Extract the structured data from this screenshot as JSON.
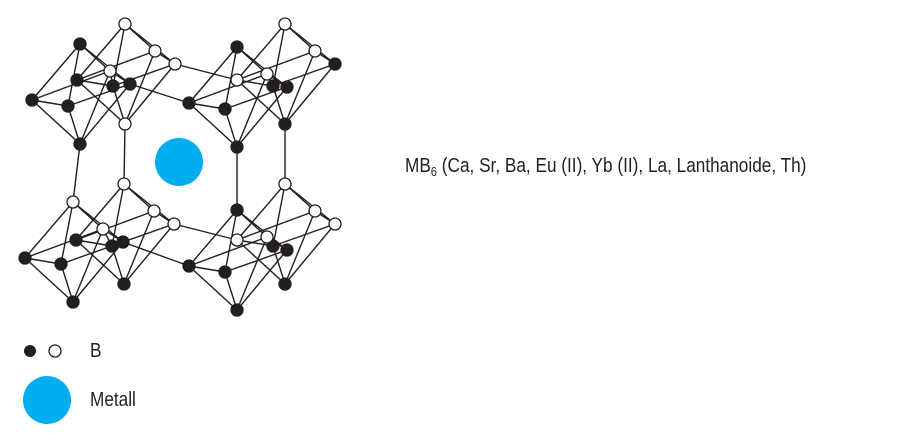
{
  "formula": {
    "main": "MB",
    "subscript": "6",
    "elements": " (Ca, Sr, Ba, Eu (II), Yb (II), La, Lanthanoide, Th)"
  },
  "legend": {
    "boron_label": "B",
    "metal_label": "Metall"
  },
  "colors": {
    "metal": "#00aeef",
    "bond": "#231f20",
    "atom_filled": "#231f20",
    "atom_open_fill": "#ffffff"
  }
}
